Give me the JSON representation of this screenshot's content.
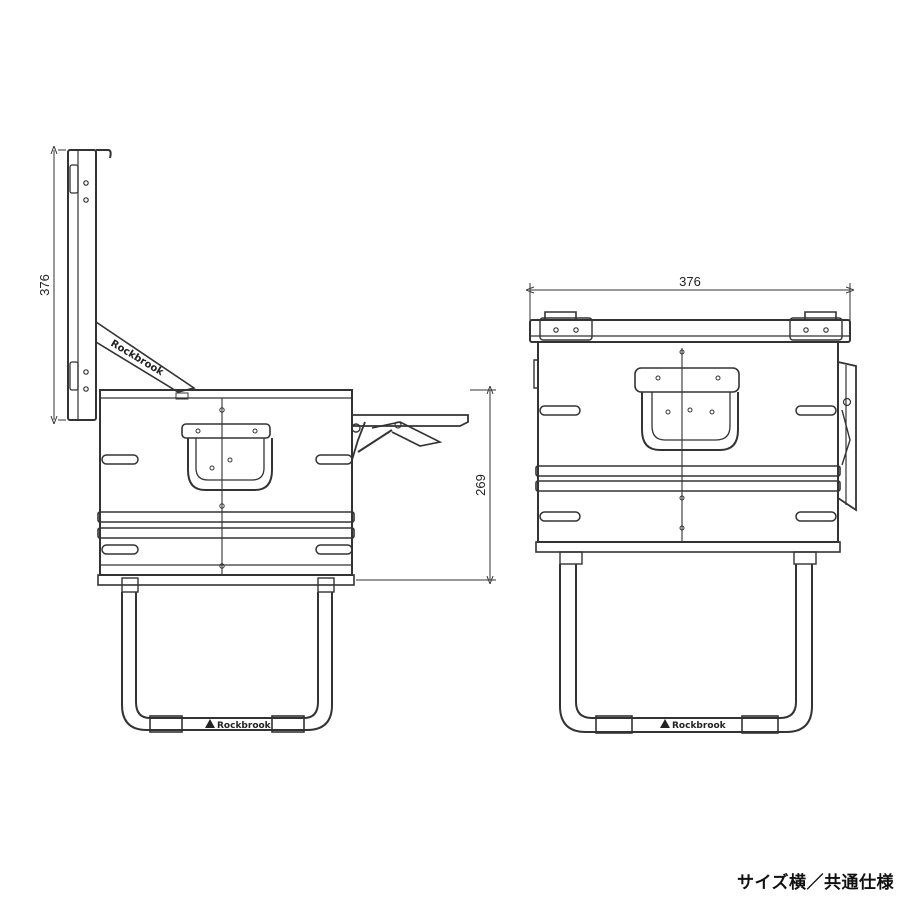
{
  "dimensions": {
    "lid_height": "376",
    "body_height": "269",
    "width": "376"
  },
  "brand": {
    "name": "Rockbrook",
    "lid_print": "Rockbrook"
  },
  "caption": "サイズ横／共通仕様"
}
